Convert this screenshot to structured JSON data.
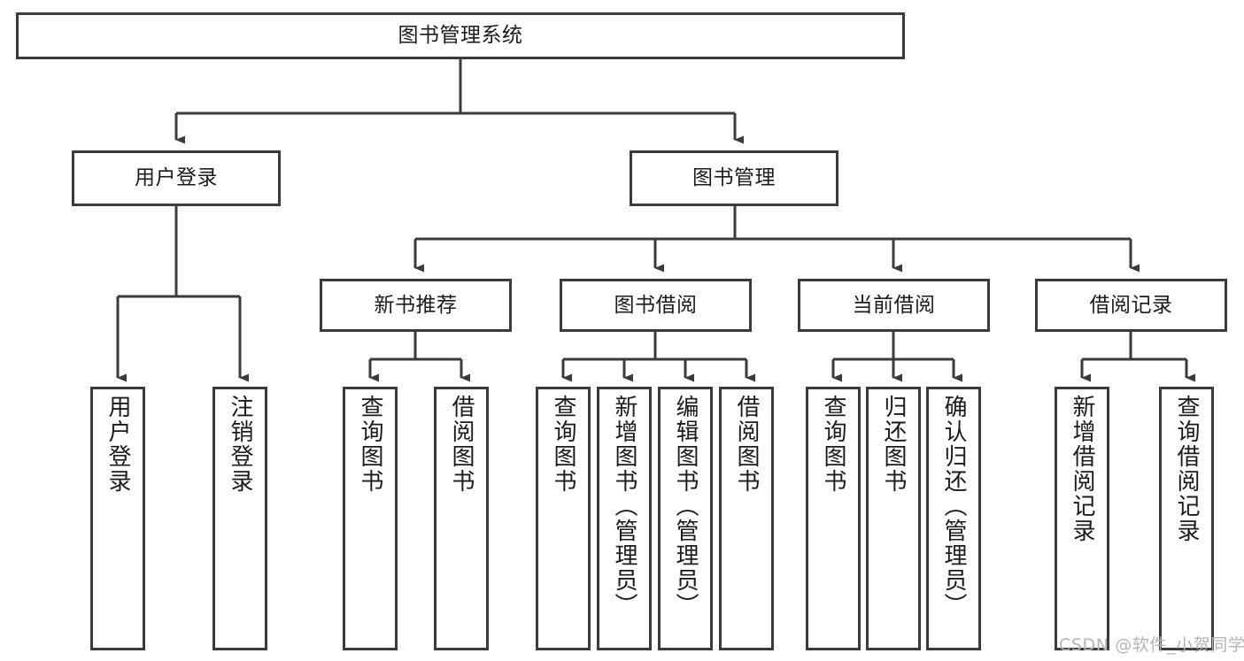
{
  "diagram": {
    "type": "tree-hierarchy-chart",
    "title_text": "图书管理系统",
    "watermark": "CSDN @软件_小贺同学",
    "colors": {
      "border": "#3b3b3b",
      "text": "#1b1b1b",
      "background": "#ffffff",
      "watermark": "#b4b4b4"
    },
    "nodes": {
      "root": {
        "label": "图书管理系统"
      },
      "level2": [
        {
          "id": "user-login",
          "label": "用户登录"
        },
        {
          "id": "book-management",
          "label": "图书管理"
        }
      ],
      "level3": [
        {
          "id": "new-book-recommend",
          "label": "新书推荐"
        },
        {
          "id": "book-borrow",
          "label": "图书借阅"
        },
        {
          "id": "current-borrow",
          "label": "当前借阅"
        },
        {
          "id": "borrow-record",
          "label": "借阅记录"
        }
      ],
      "leaves": [
        {
          "id": "leaf-user-login",
          "parent": "user-login",
          "label": "用户登录"
        },
        {
          "id": "leaf-logout",
          "parent": "user-login",
          "label": "注销登录"
        },
        {
          "id": "leaf-query-book-1",
          "parent": "new-book-recommend",
          "label": "查询图书"
        },
        {
          "id": "leaf-borrow-book-1",
          "parent": "new-book-recommend",
          "label": "借阅图书"
        },
        {
          "id": "leaf-query-book-2",
          "parent": "book-borrow",
          "label": "查询图书"
        },
        {
          "id": "leaf-add-book",
          "parent": "book-borrow",
          "label": "新增图书（管理员）"
        },
        {
          "id": "leaf-edit-book",
          "parent": "book-borrow",
          "label": "编辑图书（管理员）"
        },
        {
          "id": "leaf-borrow-book-2",
          "parent": "book-borrow",
          "label": "借阅图书"
        },
        {
          "id": "leaf-query-book-3",
          "parent": "current-borrow",
          "label": "查询图书"
        },
        {
          "id": "leaf-return-book",
          "parent": "current-borrow",
          "label": "归还图书"
        },
        {
          "id": "leaf-confirm-return",
          "parent": "current-borrow",
          "label": "确认归还（管理员）"
        },
        {
          "id": "leaf-add-record",
          "parent": "borrow-record",
          "label": "新增借阅记录"
        },
        {
          "id": "leaf-query-record",
          "parent": "borrow-record",
          "label": "查询借阅记录"
        }
      ]
    }
  }
}
